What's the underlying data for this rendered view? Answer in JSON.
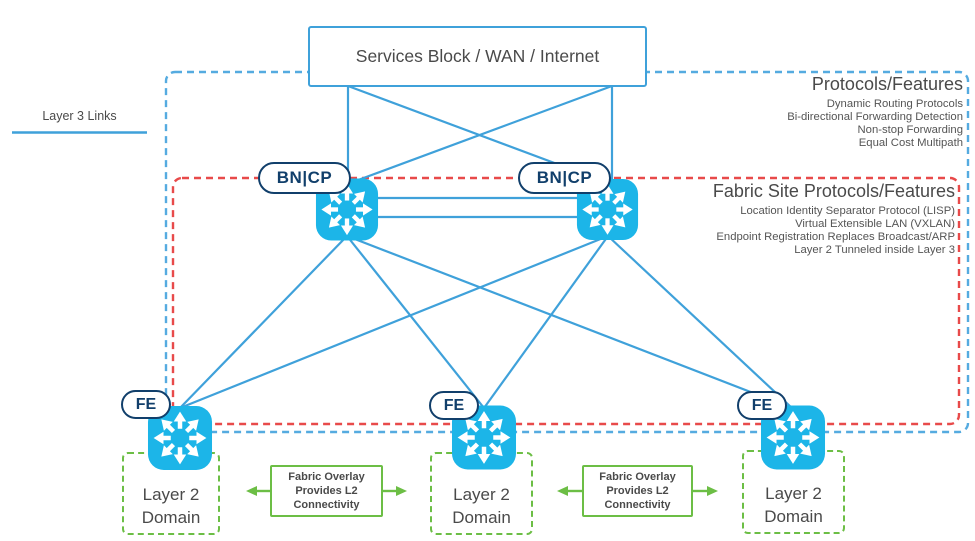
{
  "colors": {
    "link": "#3fa1da",
    "dashblue": "#55abe0",
    "dashred": "#e84a4a",
    "switch": "#1cb5e8",
    "navy": "#113f6b",
    "green": "#6cbe45",
    "text": "#4b4b4b"
  },
  "legend": {
    "label": "Layer 3 Links"
  },
  "services_block": {
    "label": "Services Block / WAN / Internet"
  },
  "protocols_panel": {
    "title": "Protocols/Features",
    "items": [
      "Dynamic Routing Protocols",
      "Bi-directional Forwarding Detection",
      "Non-stop Forwarding",
      "Equal Cost Multipath"
    ]
  },
  "fabric_panel": {
    "title": "Fabric Site Protocols/Features",
    "items": [
      "Location Identity Separator Protocol (LISP)",
      "Virtual Extensible LAN (VXLAN)",
      "Endpoint Registration Replaces Broadcast/ARP",
      "Layer 2 Tunneled inside Layer 3"
    ]
  },
  "nodes": {
    "border_nodes": [
      {
        "label": "BN|CP"
      },
      {
        "label": "BN|CP"
      }
    ],
    "fabric_edges": [
      {
        "label": "FE"
      },
      {
        "label": "FE"
      },
      {
        "label": "FE"
      }
    ]
  },
  "layer2_domains": [
    {
      "label": "Layer 2 Domain"
    },
    {
      "label": "Layer 2 Domain"
    },
    {
      "label": "Layer 2 Domain"
    }
  ],
  "overlay_notes": [
    {
      "label": "Fabric Overlay Provides L2 Connectivity"
    },
    {
      "label": "Fabric Overlay Provides L2 Connectivity"
    }
  ]
}
